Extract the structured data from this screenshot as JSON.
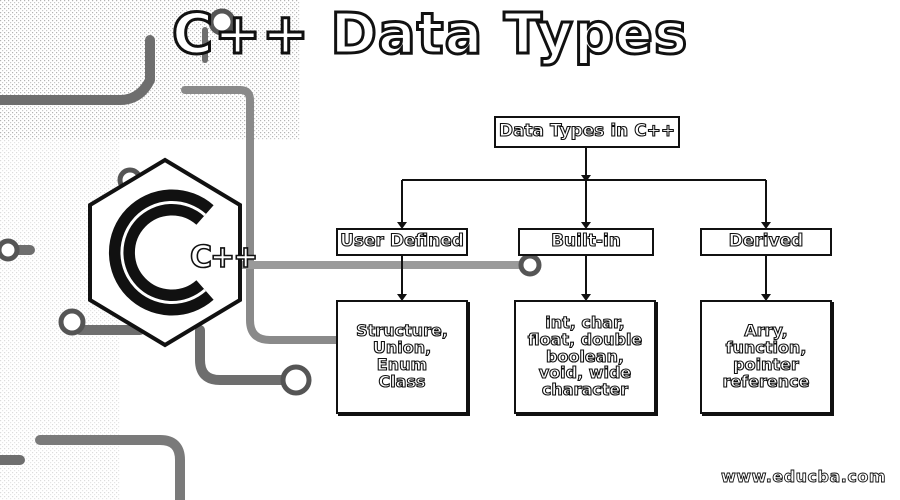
{
  "title": "C++ Data Types",
  "diagram": {
    "root": "Data Types in C++",
    "categories": [
      {
        "label": "User Defined",
        "items": [
          "Structure,",
          "Union,",
          "Enum",
          "Class"
        ]
      },
      {
        "label": "Built-in",
        "items": [
          "int, char,",
          "float, double",
          "boolean,",
          "void, wide",
          "character"
        ]
      },
      {
        "label": "Derived",
        "items": [
          "Arry,",
          "function,",
          "pointer",
          "reference"
        ]
      }
    ]
  },
  "logo": {
    "text": "C++",
    "icon": "cpp-logo-icon"
  },
  "footer": {
    "url": "www.educba.com"
  }
}
